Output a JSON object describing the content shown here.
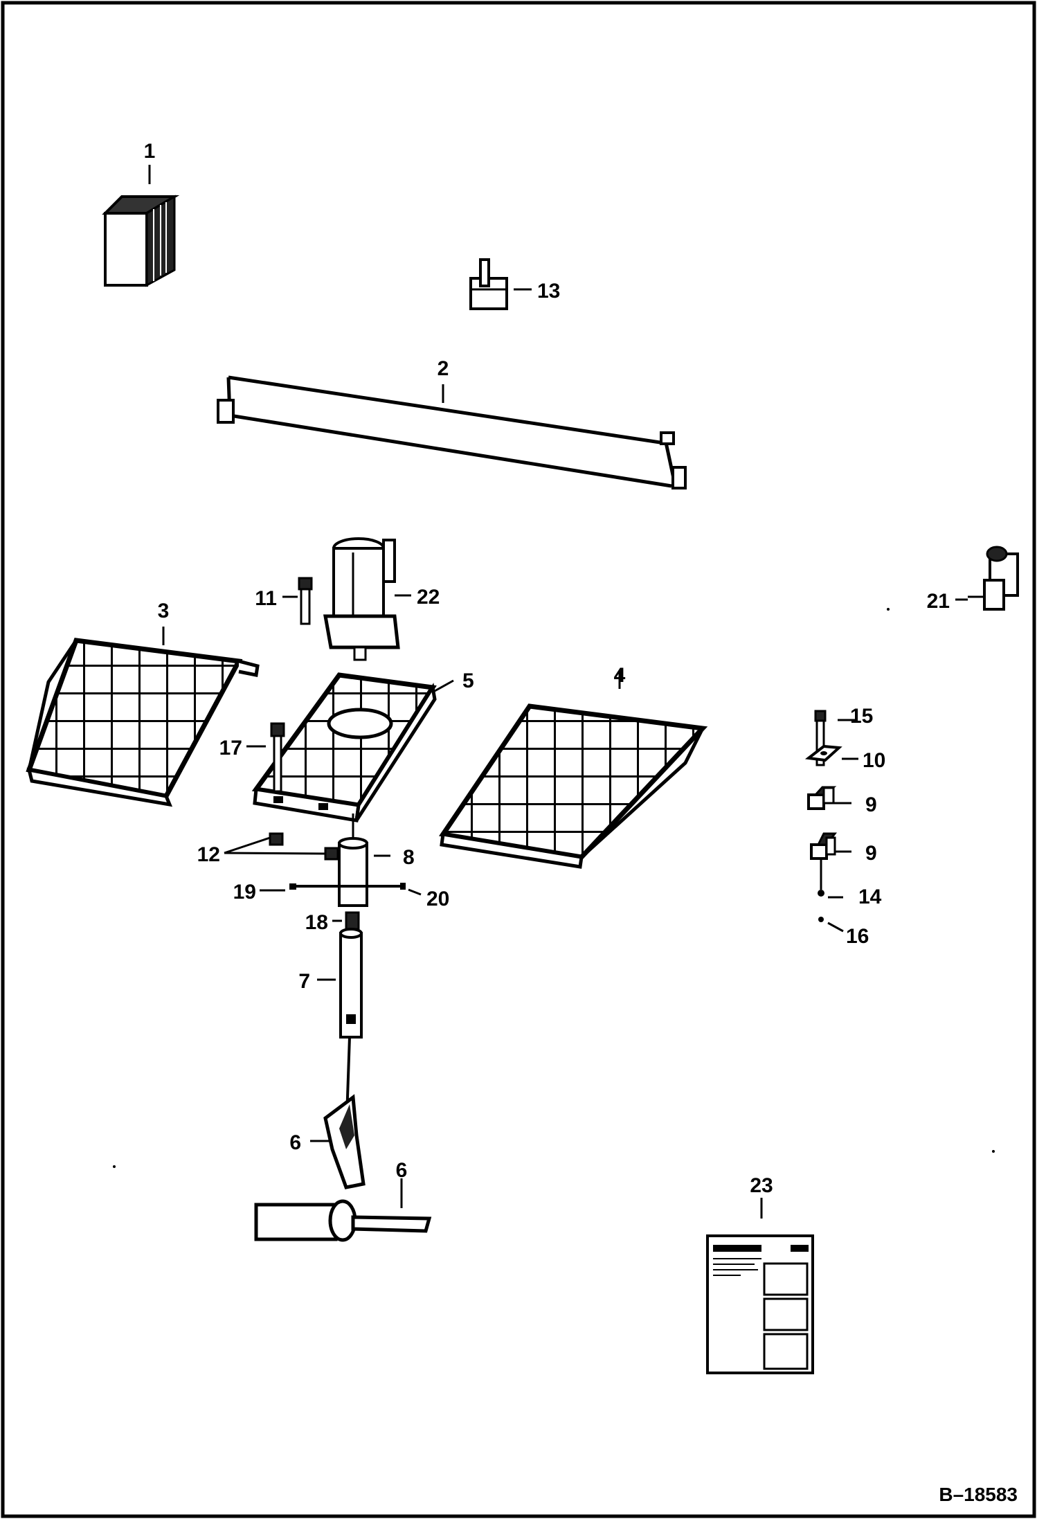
{
  "diagram": {
    "figure_id": "B–18583",
    "callouts": [
      {
        "id": "c1",
        "label": "1"
      },
      {
        "id": "c2",
        "label": "2"
      },
      {
        "id": "c3",
        "label": "3"
      },
      {
        "id": "c4",
        "label": "4"
      },
      {
        "id": "c5",
        "label": "5"
      },
      {
        "id": "c6a",
        "label": "6"
      },
      {
        "id": "c6b",
        "label": "6"
      },
      {
        "id": "c7",
        "label": "7"
      },
      {
        "id": "c8",
        "label": "8"
      },
      {
        "id": "c9a",
        "label": "9"
      },
      {
        "id": "c9b",
        "label": "9"
      },
      {
        "id": "c10",
        "label": "10"
      },
      {
        "id": "c11",
        "label": "11"
      },
      {
        "id": "c12",
        "label": "12"
      },
      {
        "id": "c13",
        "label": "13"
      },
      {
        "id": "c14",
        "label": "14"
      },
      {
        "id": "c15",
        "label": "15"
      },
      {
        "id": "c16",
        "label": "16"
      },
      {
        "id": "c17",
        "label": "17"
      },
      {
        "id": "c18",
        "label": "18"
      },
      {
        "id": "c19",
        "label": "19"
      },
      {
        "id": "c20",
        "label": "20"
      },
      {
        "id": "c21",
        "label": "21"
      },
      {
        "id": "c22",
        "label": "22"
      },
      {
        "id": "c23",
        "label": "23"
      }
    ]
  }
}
